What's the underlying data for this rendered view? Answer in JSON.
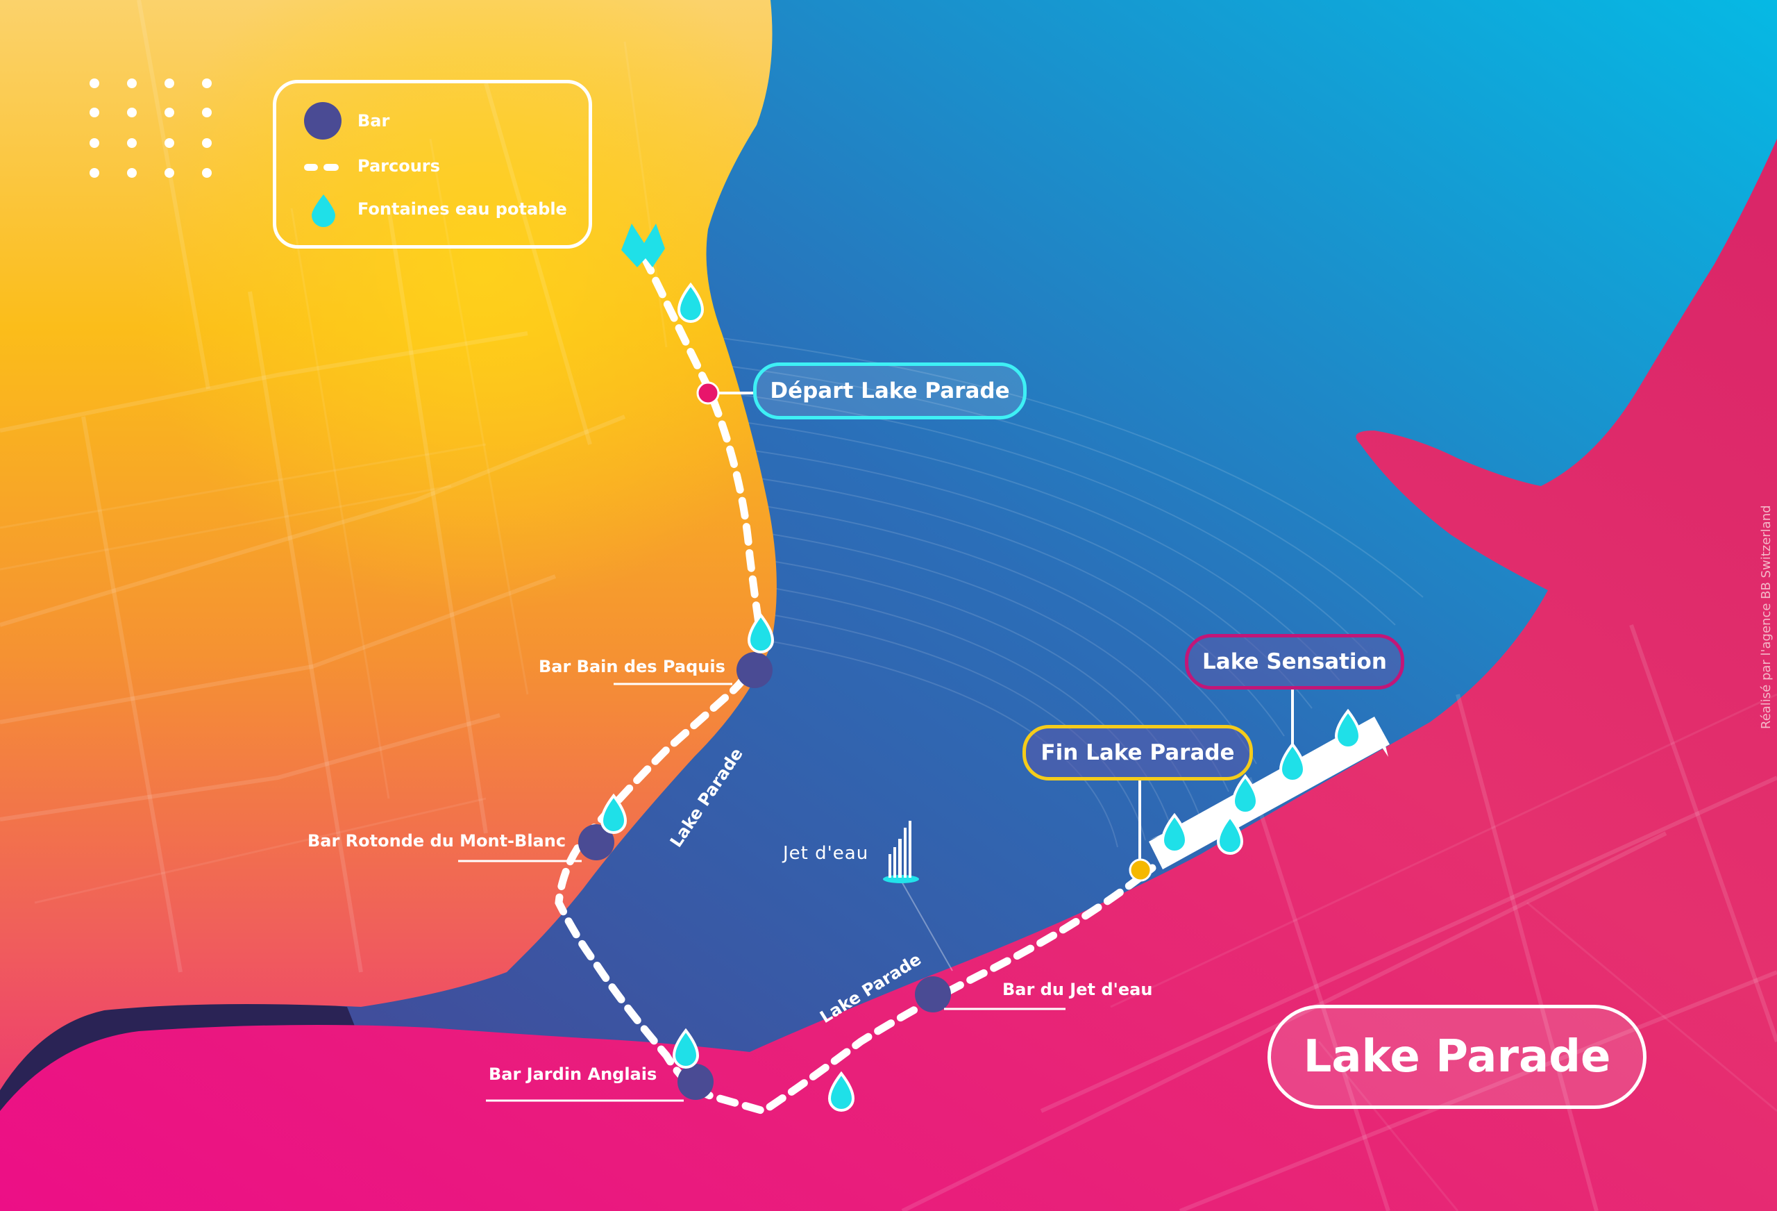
{
  "title": "Lake Parade",
  "legend": {
    "bar": "Bar",
    "route": "Parcours",
    "fountains": "Fontaines eau potable"
  },
  "callouts": {
    "start": "Départ Lake Parade",
    "end": "Fin Lake Parade",
    "sensation": "Lake Sensation"
  },
  "bars": {
    "paquis": "Bar Bain des Paquis",
    "rotonde": "Bar Rotonde du Mont-Blanc",
    "jardin": "Bar Jardin Anglais",
    "jet": "Bar du Jet d'eau"
  },
  "route_labels": {
    "north": "Lake Parade",
    "south": "Lake Parade"
  },
  "landmark": "Jet d'eau",
  "credit": "Réalisé par l'agence BB Switzerland",
  "colors": {
    "bar": "#4a4b94",
    "fountain": "#1fe0e8",
    "start_dot": "#e8156b",
    "end_dot": "#f5b800",
    "start_border": "#3ef0f5",
    "end_border": "#f5cc1a",
    "sensation_border": "#c21678"
  }
}
